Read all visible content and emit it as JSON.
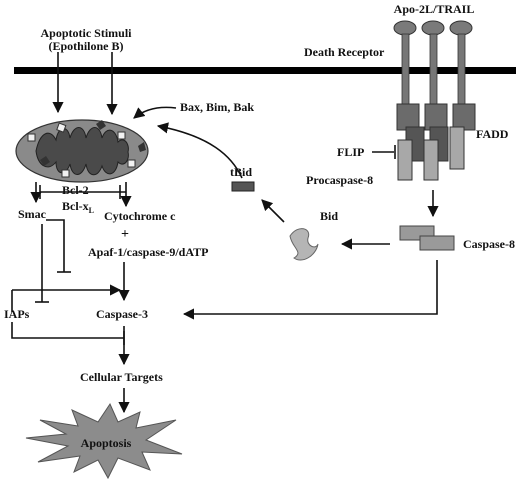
{
  "labels": {
    "stimuli_line1": "Apoptotic Stimuli",
    "stimuli_line2": "(Epothilone B)",
    "ligand": "Apo-2L/TRAIL",
    "death_receptor": "Death Receptor",
    "bax_bim_bak": "Bax, Bim, Bak",
    "fadd": "FADD",
    "flip": "FLIP",
    "procaspase8": "Procaspase-8",
    "tbid": "tBid",
    "bid": "Bid",
    "caspase8": "Caspase-8",
    "bcl2": "Bcl-2",
    "bclxl_main": "Bcl-x",
    "bclxl_sub": "L",
    "smac": "Smac",
    "cytochrome_c": "Cytochrome c",
    "plus": "+",
    "apaf": "Apaf-1/caspase-9/dATP",
    "iaps": "IAPs",
    "caspase3": "Caspase-3",
    "cellular_targets": "Cellular Targets",
    "apoptosis": "Apoptosis"
  },
  "colors": {
    "membrane": "#000000",
    "receptor": "#7a7a7a",
    "fadd": "#6b6b6b",
    "procaspase": "#a8a8a8",
    "caspase8": "#9a9a9a",
    "tbid": "#555555",
    "bid": "#b5b5b5",
    "mito_outer": "#8a8a8a",
    "mito_inner": "#4a4a4a",
    "apoptosis_star": "#8c8c8c"
  }
}
